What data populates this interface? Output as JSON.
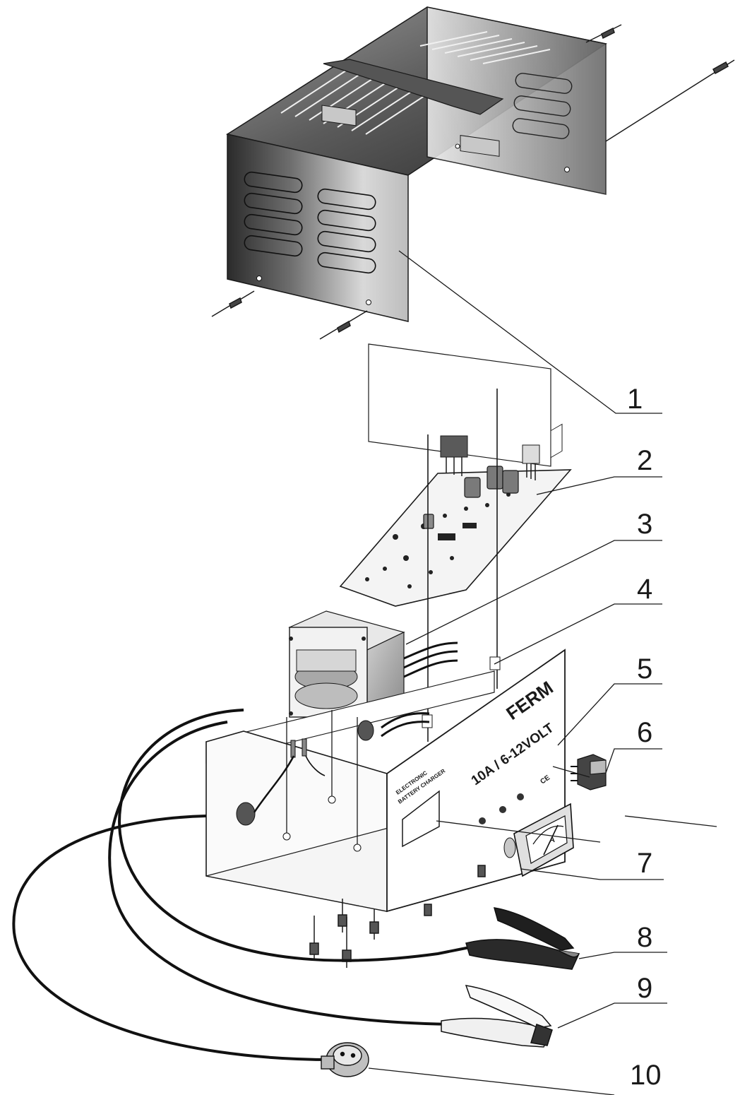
{
  "callouts": [
    {
      "id": "1",
      "label": "1"
    },
    {
      "id": "2",
      "label": "2"
    },
    {
      "id": "3",
      "label": "3"
    },
    {
      "id": "4",
      "label": "4"
    },
    {
      "id": "5",
      "label": "5"
    },
    {
      "id": "6",
      "label": "6"
    },
    {
      "id": "7",
      "label": "7"
    },
    {
      "id": "8",
      "label": "8"
    },
    {
      "id": "9",
      "label": "9"
    },
    {
      "id": "10",
      "label": "10"
    }
  ],
  "housing": {
    "brand": "FERM",
    "rating": "10A / 6-12VOLT",
    "side_label_line1": "ELECTRONIC",
    "side_label_line2": "BATTERY CHARGER",
    "ce_mark": "CE"
  },
  "meter": {
    "unit": "A"
  },
  "colors": {
    "line": "#1a1a1a",
    "metal_dark": "#3a3a3a",
    "metal_light": "#d9d9d9"
  }
}
